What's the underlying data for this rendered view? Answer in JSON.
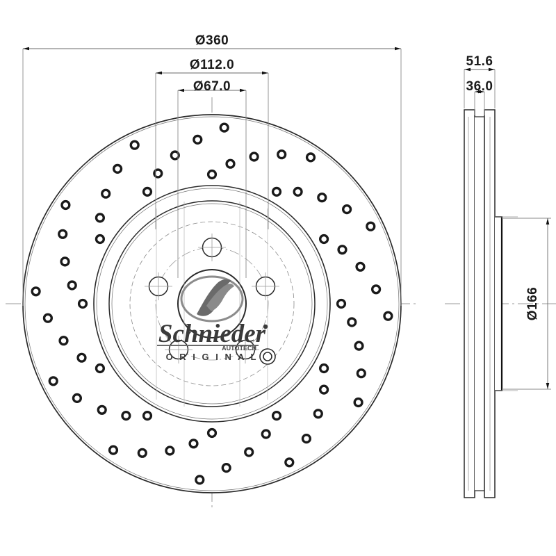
{
  "drawing": {
    "title": "Brake disc technical drawing",
    "views": {
      "front": {
        "name": "front-view",
        "label": ""
      },
      "side": {
        "name": "side-section-view",
        "label": ""
      }
    },
    "line_color": "#1a1a1a",
    "thin_line_color": "#6e6e6e",
    "centerline_color": "#8c8c8c",
    "background": "#ffffff"
  },
  "dimensions": {
    "outer_diameter": "Ø360",
    "bolt_circle": "Ø112.0",
    "center_bore": "Ø67.0",
    "overall_thickness": "51.6",
    "friction_thickness": "36.0",
    "hub_diameter": "Ø166"
  },
  "logo": {
    "brand": "Schnieder",
    "sub": "AUTOTECH",
    "tagline": "O R I G I N A L",
    "mark": "swoosh-emblem"
  },
  "features": {
    "bolt_holes": 5,
    "drilled_hole_arcs": 12,
    "holes_per_arc": 5,
    "vented": true
  }
}
